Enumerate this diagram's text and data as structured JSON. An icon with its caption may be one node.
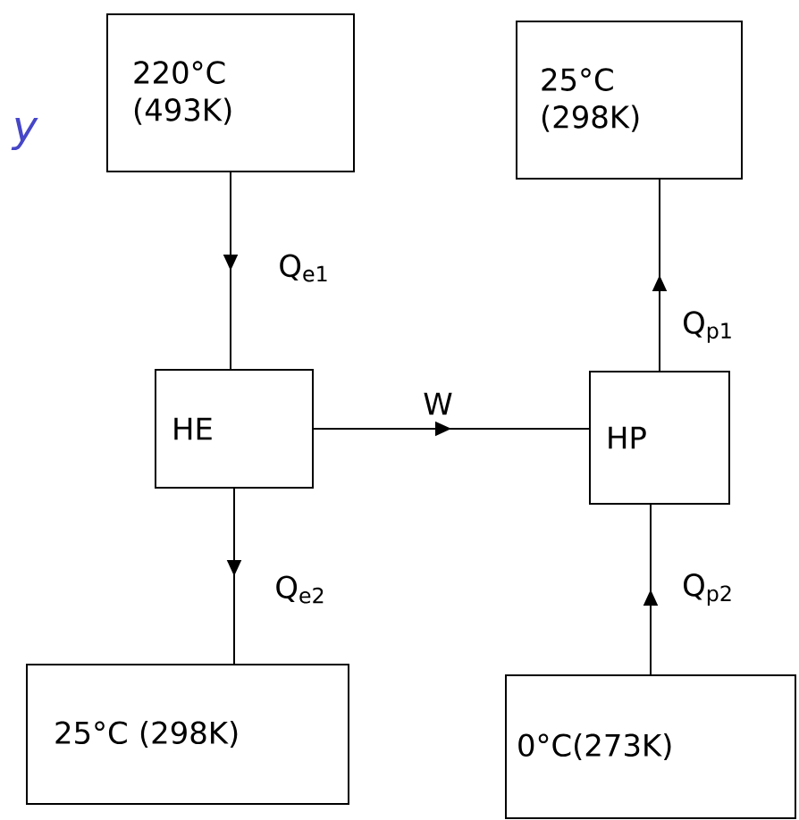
{
  "diagram": {
    "nodes": [
      {
        "text": [
          "220°C (493K)"
        ]
      },
      {
        "text": [
          "25°C (298K)"
        ]
      },
      {
        "text": [
          "HE"
        ]
      },
      {
        "text": [
          "HP"
        ]
      },
      {
        "text": [
          "25°C (298K)"
        ]
      },
      {
        "text": [
          "0°C(273K)"
        ]
      }
    ],
    "edges": [
      {
        "from": 0,
        "to": 2,
        "arrow": "to",
        "label": "Q$_{e1}$"
      },
      {
        "from": 2,
        "to": 4,
        "arrow": "to",
        "label": "Q$_{e2}$"
      },
      {
        "from": 2,
        "to": 3,
        "arrow": "to",
        "label": "W"
      },
      {
        "from": 3,
        "to": 1,
        "arrow": "to",
        "label": "Q$_{p1}$"
      },
      {
        "from": 5,
        "to": 3,
        "arrow": "to",
        "label": "Q$_{p2}$"
      }
    ],
    "labels": [
      "y"
    ]
  }
}
